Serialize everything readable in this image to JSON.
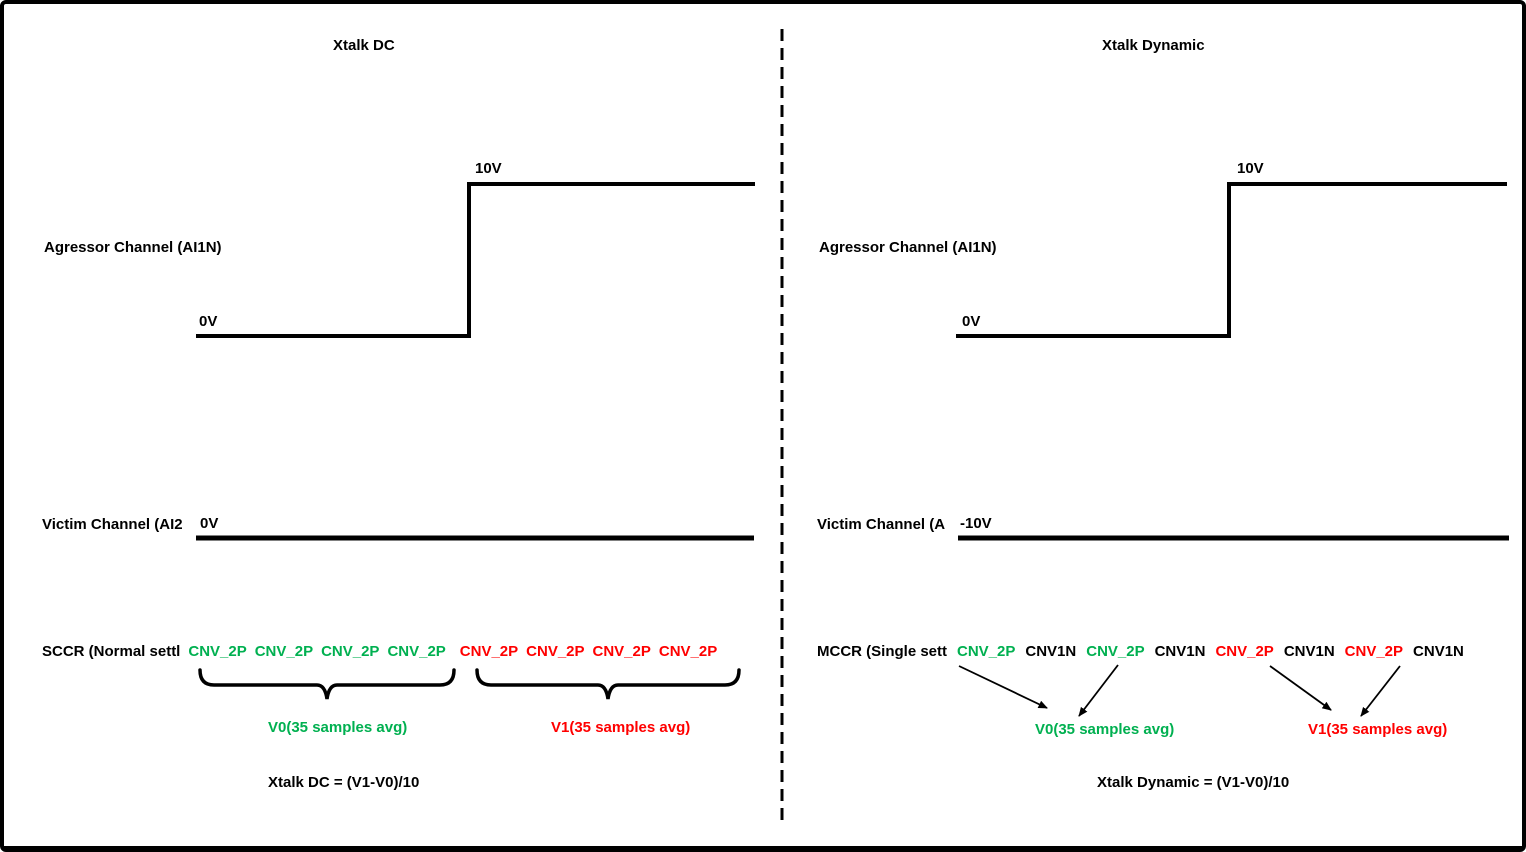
{
  "colors": {
    "green": "#00B050",
    "red": "#FF0000",
    "black": "#000000"
  },
  "panels": [
    {
      "title": "Xtalk DC",
      "aggressor_label": "Agressor Channel (AI1N)",
      "aggressor_low": "0V",
      "aggressor_high": "10V",
      "victim_label": "Victim Channel (AI2",
      "victim_level": "0V",
      "sequence_label": "SCCR (Normal settl",
      "samples": [
        {
          "text": "CNV_2P",
          "color": "#00B050"
        },
        {
          "text": "CNV_2P",
          "color": "#00B050"
        },
        {
          "text": "CNV_2P",
          "color": "#00B050"
        },
        {
          "text": "CNV_2P",
          "color": "#00B050"
        },
        {
          "text": "CNV_2P",
          "color": "#FF0000"
        },
        {
          "text": "CNV_2P",
          "color": "#FF0000"
        },
        {
          "text": "CNV_2P",
          "color": "#FF0000"
        },
        {
          "text": "CNV_2P",
          "color": "#FF0000"
        }
      ],
      "v0_label": "V0(35 samples avg)",
      "v0_color": "#00B050",
      "v1_label": "V1(35 samples avg)",
      "v1_color": "#FF0000",
      "formula": "Xtalk DC = (V1-V0)/10"
    },
    {
      "title": "Xtalk Dynamic",
      "aggressor_label": "Agressor Channel (AI1N)",
      "aggressor_low": "0V",
      "aggressor_high": "10V",
      "victim_label": "Victim Channel (A",
      "victim_level": "-10V",
      "sequence_label": "MCCR (Single sett",
      "samples": [
        {
          "text": "CNV_2P",
          "color": "#00B050"
        },
        {
          "text": "CNV1N",
          "color": "#000000"
        },
        {
          "text": "CNV_2P",
          "color": "#00B050"
        },
        {
          "text": "CNV1N",
          "color": "#000000"
        },
        {
          "text": "CNV_2P",
          "color": "#FF0000"
        },
        {
          "text": "CNV1N",
          "color": "#000000"
        },
        {
          "text": "CNV_2P",
          "color": "#FF0000"
        },
        {
          "text": "CNV1N",
          "color": "#000000"
        }
      ],
      "v0_label": "V0(35 samples avg)",
      "v0_color": "#00B050",
      "v1_label": "V1(35 samples avg)",
      "v1_color": "#FF0000",
      "formula": "Xtalk Dynamic = (V1-V0)/10"
    }
  ]
}
